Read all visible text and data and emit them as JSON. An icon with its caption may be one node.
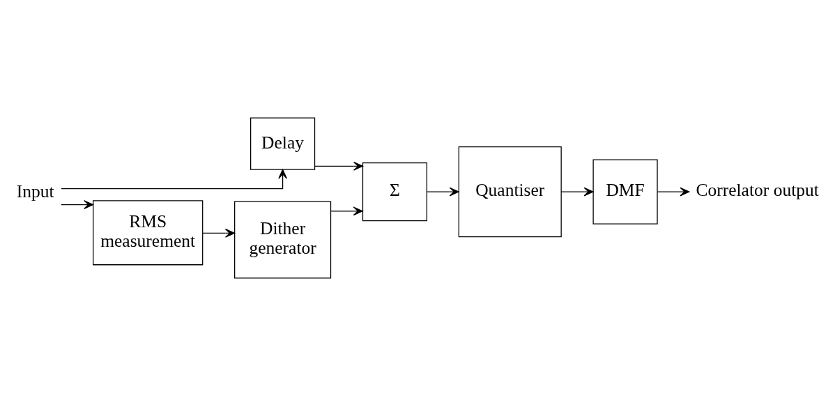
{
  "diagram": {
    "nodes": [
      {
        "text": [
          "Input"
        ]
      },
      {
        "text": [
          "Delay"
        ]
      },
      {
        "text": [
          "Σ"
        ]
      },
      {
        "text": [
          "Quantiser"
        ]
      },
      {
        "text": [
          "DMF"
        ]
      },
      {
        "text": [
          "Correlator output"
        ]
      },
      {
        "text": [
          "RMS measurement"
        ]
      },
      {
        "text": [
          "Dither generator"
        ]
      }
    ],
    "edges": [
      {
        "from": 0,
        "to": 1,
        "arrow": "to"
      },
      {
        "from": 0,
        "to": 6,
        "arrow": "to"
      },
      {
        "from": 1,
        "to": 2,
        "arrow": "to"
      },
      {
        "from": 2,
        "to": 3,
        "arrow": "to"
      },
      {
        "from": 3,
        "to": 4,
        "arrow": "to"
      },
      {
        "from": 4,
        "to": 5,
        "arrow": "to"
      },
      {
        "from": 6,
        "to": 7,
        "arrow": "to"
      },
      {
        "from": 7,
        "to": 2,
        "arrow": "to"
      }
    ]
  }
}
